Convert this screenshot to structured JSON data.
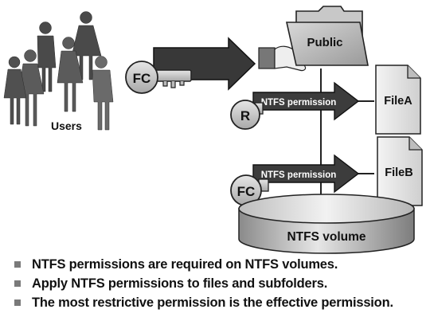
{
  "diagram": {
    "users_label": "Users",
    "share_label": "Public",
    "volume_label": "NTFS volume",
    "file_a_label": "FileA",
    "file_b_label": "FileB",
    "arrow_permission_label_1": "NTFS permission",
    "arrow_permission_label_2": "NTFS permission",
    "share_key_label": "FC",
    "file_a_key_label": "R",
    "file_b_key_label": "FC"
  },
  "bullets": [
    "NTFS permissions are required on NTFS volumes.",
    "Apply NTFS permissions to files and subfolders.",
    "The most restrictive permission is the effective permission."
  ]
}
